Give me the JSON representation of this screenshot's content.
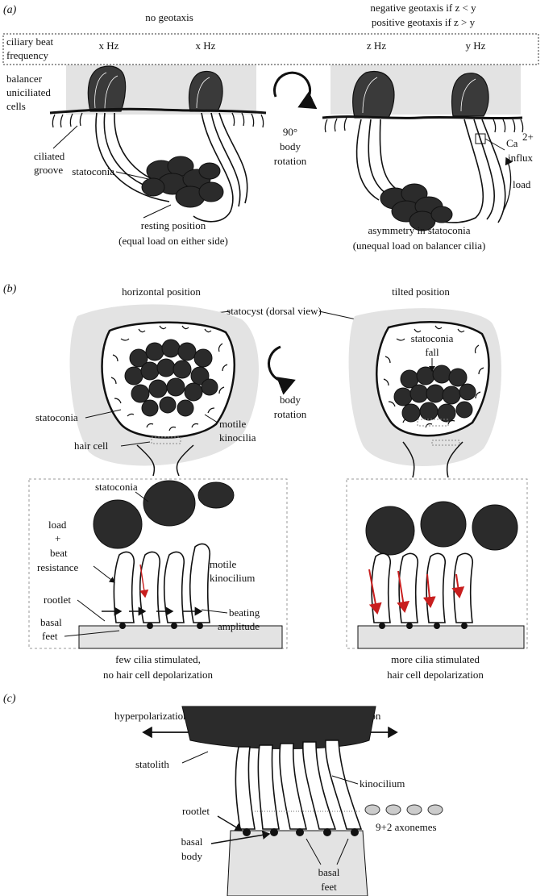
{
  "panel_a": {
    "label": "(a)",
    "left_title": "no geotaxis",
    "right_title_1": "negative geotaxis if z < y",
    "right_title_2": "positive geotaxis if z > y",
    "beat_label_1": "ciliary beat",
    "beat_label_2": "frequency",
    "freq_left_1": "x Hz",
    "freq_left_2": "x Hz",
    "freq_right_1": "z Hz",
    "freq_right_2": "y Hz",
    "balancer_1": "balancer",
    "balancer_2": "uniciliated",
    "balancer_3": "cells",
    "rotation_1": "90°",
    "rotation_2": "body",
    "rotation_3": "rotation",
    "ciliated_1": "ciliated",
    "ciliated_2": "groove",
    "statoconia": "statoconia",
    "ca_label": "Ca",
    "ca_sup": "2+",
    "influx": "influx",
    "load": "load",
    "left_caption_1": "resting position",
    "left_caption_2": "(equal load on either side)",
    "right_caption_1": "asymmetry in statoconia",
    "right_caption_2": "(unequal load on balancer cilia)"
  },
  "panel_b": {
    "label": "(b)",
    "horizontal": "horizontal position",
    "tilted": "tilted position",
    "statocyst": "statocyst (dorsal view)",
    "statoconia_fall_1": "statoconia",
    "statoconia_fall_2": "fall",
    "rotation_1": "body",
    "rotation_2": "rotation",
    "statoconia": "statoconia",
    "motile_1": "motile",
    "motile_2": "kinocilia",
    "hair_cell": "hair cell",
    "statoconia_zoom": "statoconia",
    "load_1": "load",
    "load_2": "+",
    "load_3": "beat",
    "load_4": "resistance",
    "motile_kino_1": "motile",
    "motile_kino_2": "kinocilium",
    "rootlet": "rootlet",
    "beating_1": "beating",
    "beating_2": "amplitude",
    "basal_1": "basal",
    "basal_2": "feet",
    "left_caption_1": "few cilia stimulated,",
    "left_caption_2": "no hair cell depolarization",
    "right_caption_1": "more cilia stimulated",
    "right_caption_2": "hair cell depolarization"
  },
  "panel_c": {
    "label": "(c)",
    "hyper": "hyperpolarization",
    "depol": "depolarization",
    "statolith": "statolith",
    "kinocilium": "kinocilium",
    "rootlet": "rootlet",
    "basal_body_1": "basal",
    "basal_body_2": "body",
    "axonemes": "9+2 axonemes",
    "basal_feet_1": "basal",
    "basal_feet_2": "feet"
  },
  "colors": {
    "gray_region": "#e3e3e3",
    "dark_mass": "#2b2b2b",
    "arrow_red": "#c81e1e"
  }
}
